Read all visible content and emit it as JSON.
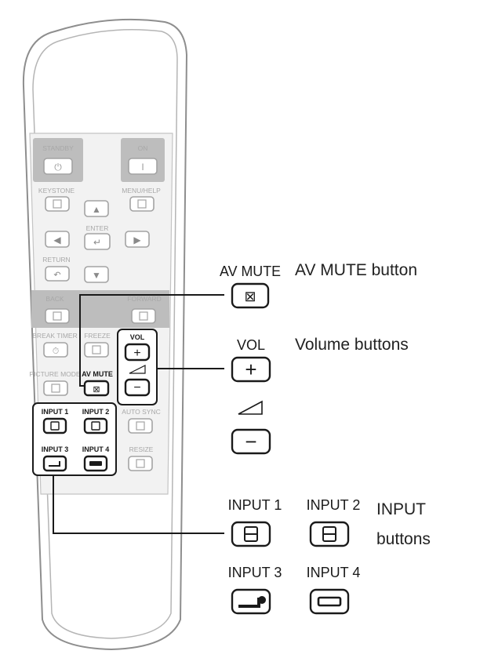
{
  "remote": {
    "standby": "STANDBY",
    "on": "ON",
    "keystone": "KEYSTONE",
    "menu_help": "MENU/HELP",
    "enter": "ENTER",
    "return": "RETURN",
    "back": "BACK",
    "forward": "FORWARD",
    "break_timer": "BREAK TIMER",
    "freeze": "FREEZE",
    "vol": "VOL",
    "picture_mode": "PICTURE MODE",
    "av_mute": "AV MUTE",
    "input1": "INPUT 1",
    "input2": "INPUT 2",
    "auto_sync": "AUTO SYNC",
    "input3": "INPUT 3",
    "input4": "INPUT 4",
    "resize": "RESIZE"
  },
  "callouts": {
    "av_mute_label": "AV MUTE",
    "av_mute_caption": "AV MUTE button",
    "vol_label": "VOL",
    "vol_caption": "Volume buttons",
    "input1_label": "INPUT 1",
    "input2_label": "INPUT 2",
    "input3_label": "INPUT 3",
    "input4_label": "INPUT 4",
    "input_caption_line1": "INPUT",
    "input_caption_line2": "buttons"
  }
}
